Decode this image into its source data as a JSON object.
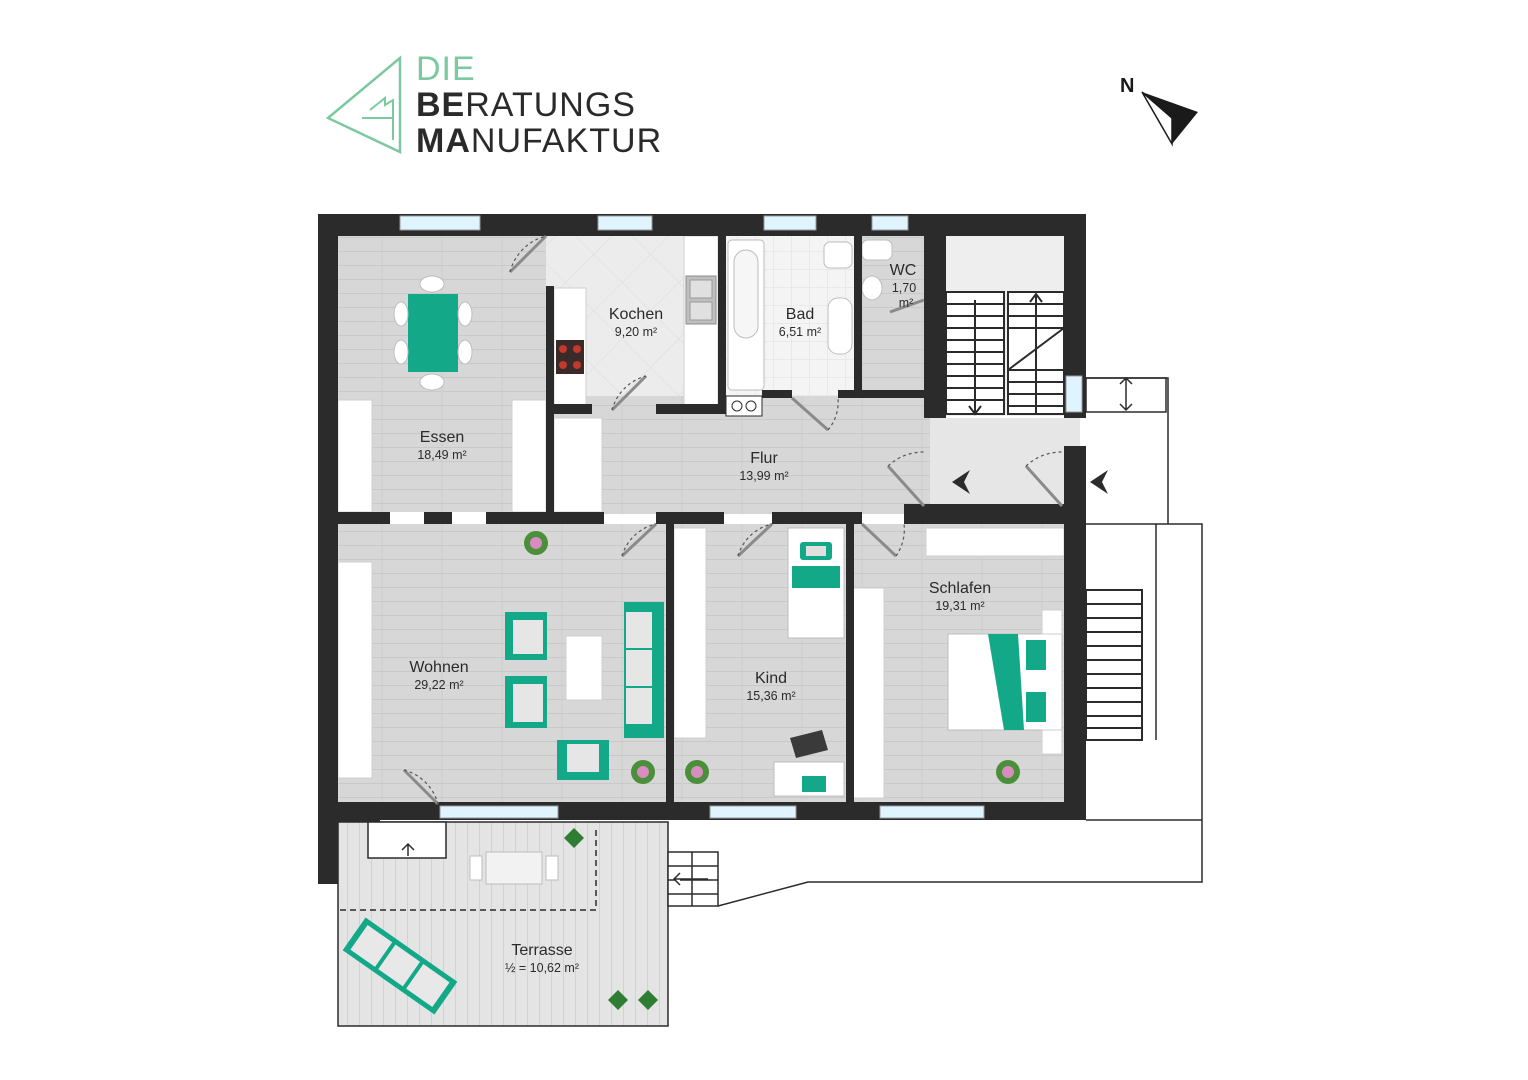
{
  "logo": {
    "line1": "DIE",
    "line2_bold": "BE",
    "line2_rest": "RATUNGS",
    "line3_bold": "MA",
    "line3_rest": "NUFAKTUR",
    "accent_color": "#7cc9a0",
    "dark_color": "#2a2a2a",
    "icon": "triangle-stairs-logo-icon"
  },
  "compass": {
    "label": "N",
    "icon": "north-arrow-icon"
  },
  "colors": {
    "wall": "#2b2b2b",
    "floor": "#d6d6d6",
    "terrace": "#e2e2e2",
    "furniture_accent": "#13a888",
    "tile": "#f0f0f0"
  },
  "rooms": {
    "essen": {
      "name": "Essen",
      "area": "18,49 m²"
    },
    "kochen": {
      "name": "Kochen",
      "area": "9,20 m²"
    },
    "bad": {
      "name": "Bad",
      "area": "6,51 m²"
    },
    "wc": {
      "name": "WC",
      "area_line1": "1,70",
      "area_line2": "m²"
    },
    "flur": {
      "name": "Flur",
      "area": "13,99 m²"
    },
    "wohnen": {
      "name": "Wohnen",
      "area": "29,22 m²"
    },
    "kind": {
      "name": "Kind",
      "area": "15,36 m²"
    },
    "schlafen": {
      "name": "Schlafen",
      "area": "19,31 m²"
    },
    "terrasse": {
      "name": "Terrasse",
      "area": "½ = 10,62 m²"
    }
  }
}
